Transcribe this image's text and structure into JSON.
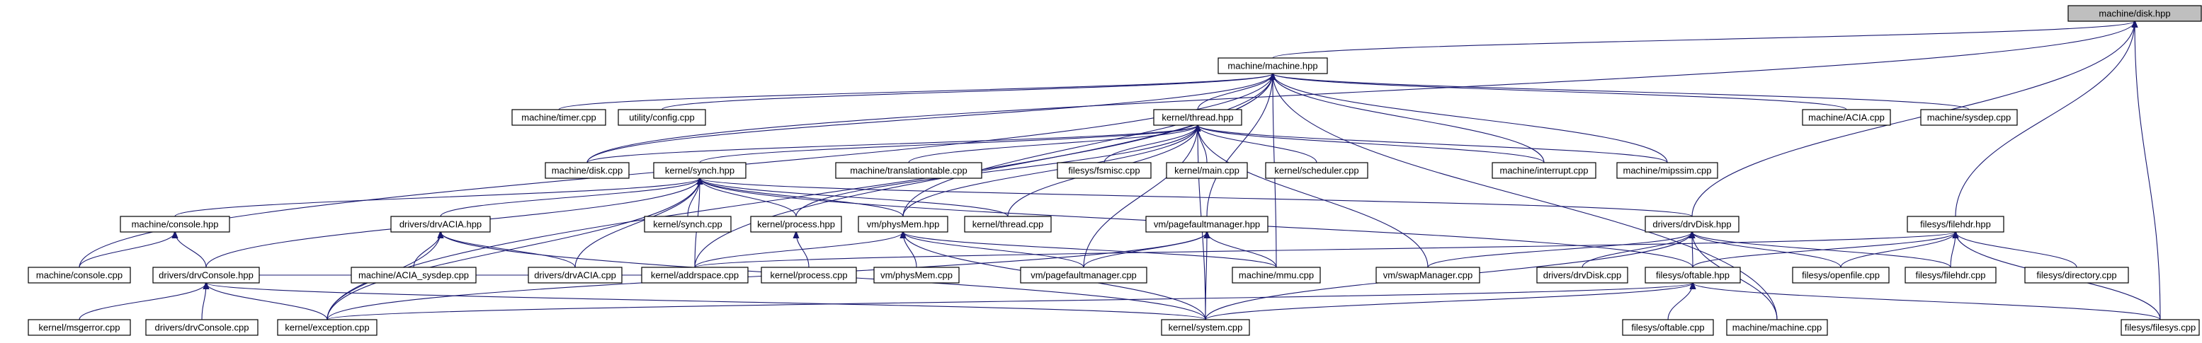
{
  "root": "machine/disk.hpp",
  "nodes": [
    {
      "id": "disk_hpp",
      "label": "machine/disk.hpp",
      "root": true
    },
    {
      "id": "machine_hpp",
      "label": "machine/machine.hpp"
    },
    {
      "id": "timer_cpp",
      "label": "machine/timer.cpp"
    },
    {
      "id": "config_cpp",
      "label": "utility/config.cpp"
    },
    {
      "id": "sysdep_cpp",
      "label": "machine/sysdep.cpp"
    },
    {
      "id": "thread_hpp",
      "label": "kernel/thread.hpp"
    },
    {
      "id": "acia_cpp",
      "label": "machine/ACIA.cpp"
    },
    {
      "id": "disk_cpp",
      "label": "machine/disk.cpp"
    },
    {
      "id": "synch_hpp",
      "label": "kernel/synch.hpp"
    },
    {
      "id": "translationtable_cpp",
      "label": "machine/translationtable.cpp"
    },
    {
      "id": "fsmisc_cpp",
      "label": "filesys/fsmisc.cpp"
    },
    {
      "id": "main_cpp",
      "label": "kernel/main.cpp"
    },
    {
      "id": "scheduler_cpp",
      "label": "kernel/scheduler.cpp"
    },
    {
      "id": "interrupt_cpp",
      "label": "machine/interrupt.cpp"
    },
    {
      "id": "mipssim_cpp",
      "label": "machine/mipssim.cpp"
    },
    {
      "id": "console_hpp",
      "label": "machine/console.hpp"
    },
    {
      "id": "drvacia_hpp",
      "label": "drivers/drvACIA.hpp"
    },
    {
      "id": "synch_cpp",
      "label": "kernel/synch.cpp"
    },
    {
      "id": "process_hpp",
      "label": "kernel/process.hpp"
    },
    {
      "id": "physmem_hpp",
      "label": "vm/physMem.hpp"
    },
    {
      "id": "thread_cpp",
      "label": "kernel/thread.cpp"
    },
    {
      "id": "pagefaultmanager_hpp",
      "label": "vm/pagefaultmanager.hpp"
    },
    {
      "id": "drvdisk_hpp",
      "label": "drivers/drvDisk.hpp"
    },
    {
      "id": "filehdr_hpp",
      "label": "filesys/filehdr.hpp"
    },
    {
      "id": "console_cpp",
      "label": "machine/console.cpp"
    },
    {
      "id": "drvconsole_hpp",
      "label": "drivers/drvConsole.hpp"
    },
    {
      "id": "acia_sysdep_cpp",
      "label": "machine/ACIA_sysdep.cpp"
    },
    {
      "id": "drvacia_cpp",
      "label": "drivers/drvACIA.cpp"
    },
    {
      "id": "addrspace_cpp",
      "label": "kernel/addrspace.cpp"
    },
    {
      "id": "process_cpp",
      "label": "kernel/process.cpp"
    },
    {
      "id": "physmem_cpp",
      "label": "vm/physMem.cpp"
    },
    {
      "id": "pagefaultmanager_cpp",
      "label": "vm/pagefaultmanager.cpp"
    },
    {
      "id": "mmu_cpp",
      "label": "machine/mmu.cpp"
    },
    {
      "id": "swapmanager_cpp",
      "label": "vm/swapManager.cpp"
    },
    {
      "id": "drvdisk_cpp",
      "label": "drivers/drvDisk.cpp"
    },
    {
      "id": "ofttable_hpp",
      "label": "filesys/oftable.hpp"
    },
    {
      "id": "openfile_cpp",
      "label": "filesys/openfile.cpp"
    },
    {
      "id": "filehdr_cpp",
      "label": "filesys/filehdr.cpp"
    },
    {
      "id": "directory_cpp",
      "label": "filesys/directory.cpp"
    },
    {
      "id": "msgerror_cpp",
      "label": "kernel/msgerror.cpp"
    },
    {
      "id": "drvconsole_cpp",
      "label": "drivers/drvConsole.cpp"
    },
    {
      "id": "exception_cpp",
      "label": "kernel/exception.cpp"
    },
    {
      "id": "system_cpp",
      "label": "kernel/system.cpp"
    },
    {
      "id": "ofttable_cpp",
      "label": "filesys/oftable.cpp"
    },
    {
      "id": "machine_cpp",
      "label": "machine/machine.cpp"
    },
    {
      "id": "filesys_cpp",
      "label": "filesys/filesys.cpp"
    }
  ],
  "edges": [
    [
      "machine_hpp",
      "disk_hpp"
    ],
    [
      "drvdisk_hpp",
      "disk_hpp"
    ],
    [
      "filehdr_hpp",
      "disk_hpp"
    ],
    [
      "filesys_cpp",
      "disk_hpp"
    ],
    [
      "disk_cpp",
      "disk_hpp"
    ],
    [
      "timer_cpp",
      "machine_hpp"
    ],
    [
      "config_cpp",
      "machine_hpp"
    ],
    [
      "thread_hpp",
      "machine_hpp"
    ],
    [
      "acia_cpp",
      "machine_hpp"
    ],
    [
      "sysdep_cpp",
      "machine_hpp"
    ],
    [
      "disk_cpp",
      "machine_hpp"
    ],
    [
      "interrupt_cpp",
      "machine_hpp"
    ],
    [
      "mipssim_cpp",
      "machine_hpp"
    ],
    [
      "console_cpp",
      "machine_hpp"
    ],
    [
      "addrspace_cpp",
      "machine_hpp"
    ],
    [
      "physmem_hpp",
      "machine_hpp"
    ],
    [
      "mmu_cpp",
      "machine_hpp"
    ],
    [
      "exception_cpp",
      "machine_hpp"
    ],
    [
      "machine_cpp",
      "machine_hpp"
    ],
    [
      "pagefaultmanager_hpp",
      "machine_hpp"
    ],
    [
      "synch_hpp",
      "thread_hpp"
    ],
    [
      "translationtable_cpp",
      "thread_hpp"
    ],
    [
      "fsmisc_cpp",
      "thread_hpp"
    ],
    [
      "main_cpp",
      "thread_hpp"
    ],
    [
      "scheduler_cpp",
      "thread_hpp"
    ],
    [
      "interrupt_cpp",
      "thread_hpp"
    ],
    [
      "mipssim_cpp",
      "thread_hpp"
    ],
    [
      "disk_cpp",
      "thread_hpp"
    ],
    [
      "process_hpp",
      "thread_hpp"
    ],
    [
      "physmem_hpp",
      "thread_hpp"
    ],
    [
      "thread_cpp",
      "thread_hpp"
    ],
    [
      "pagefaultmanager_cpp",
      "thread_hpp"
    ],
    [
      "swapmanager_cpp",
      "thread_hpp"
    ],
    [
      "system_cpp",
      "thread_hpp"
    ],
    [
      "console_hpp",
      "synch_hpp"
    ],
    [
      "drvacia_hpp",
      "synch_hpp"
    ],
    [
      "synch_cpp",
      "synch_hpp"
    ],
    [
      "process_hpp",
      "synch_hpp"
    ],
    [
      "physmem_hpp",
      "synch_hpp"
    ],
    [
      "thread_cpp",
      "synch_hpp"
    ],
    [
      "drvdisk_hpp",
      "synch_hpp"
    ],
    [
      "drvconsole_hpp",
      "synch_hpp"
    ],
    [
      "addrspace_cpp",
      "synch_hpp"
    ],
    [
      "drvacia_cpp",
      "synch_hpp"
    ],
    [
      "exception_cpp",
      "synch_hpp"
    ],
    [
      "ofttable_hpp",
      "synch_hpp"
    ],
    [
      "console_cpp",
      "console_hpp"
    ],
    [
      "drvconsole_hpp",
      "console_hpp"
    ],
    [
      "acia_sysdep_cpp",
      "drvacia_hpp"
    ],
    [
      "drvacia_cpp",
      "drvacia_hpp"
    ],
    [
      "exception_cpp",
      "drvacia_hpp"
    ],
    [
      "system_cpp",
      "drvacia_hpp"
    ],
    [
      "process_cpp",
      "process_hpp"
    ],
    [
      "addrspace_cpp",
      "physmem_hpp"
    ],
    [
      "physmem_cpp",
      "physmem_hpp"
    ],
    [
      "pagefaultmanager_cpp",
      "physmem_hpp"
    ],
    [
      "mmu_cpp",
      "physmem_hpp"
    ],
    [
      "system_cpp",
      "physmem_hpp"
    ],
    [
      "pagefaultmanager_cpp",
      "pagefaultmanager_hpp"
    ],
    [
      "mmu_cpp",
      "pagefaultmanager_hpp"
    ],
    [
      "system_cpp",
      "pagefaultmanager_hpp"
    ],
    [
      "exception_cpp",
      "pagefaultmanager_hpp"
    ],
    [
      "swapmanager_cpp",
      "drvdisk_hpp"
    ],
    [
      "drvdisk_cpp",
      "drvdisk_hpp"
    ],
    [
      "ofttable_hpp",
      "drvdisk_hpp"
    ],
    [
      "openfile_cpp",
      "drvdisk_hpp"
    ],
    [
      "filehdr_cpp",
      "drvdisk_hpp"
    ],
    [
      "system_cpp",
      "drvdisk_hpp"
    ],
    [
      "machine_cpp",
      "drvdisk_hpp"
    ],
    [
      "addrspace_cpp",
      "filehdr_hpp"
    ],
    [
      "ofttable_hpp",
      "filehdr_hpp"
    ],
    [
      "openfile_cpp",
      "filehdr_hpp"
    ],
    [
      "filehdr_cpp",
      "filehdr_hpp"
    ],
    [
      "directory_cpp",
      "filehdr_hpp"
    ],
    [
      "filesys_cpp",
      "filehdr_hpp"
    ],
    [
      "addrspace_cpp",
      "drvconsole_hpp"
    ],
    [
      "msgerror_cpp",
      "drvconsole_hpp"
    ],
    [
      "drvconsole_cpp",
      "drvconsole_hpp"
    ],
    [
      "exception_cpp",
      "drvconsole_hpp"
    ],
    [
      "system_cpp",
      "drvconsole_hpp"
    ],
    [
      "exception_cpp",
      "ofttable_hpp"
    ],
    [
      "system_cpp",
      "ofttable_hpp"
    ],
    [
      "ofttable_cpp",
      "ofttable_hpp"
    ],
    [
      "filesys_cpp",
      "ofttable_hpp"
    ]
  ]
}
